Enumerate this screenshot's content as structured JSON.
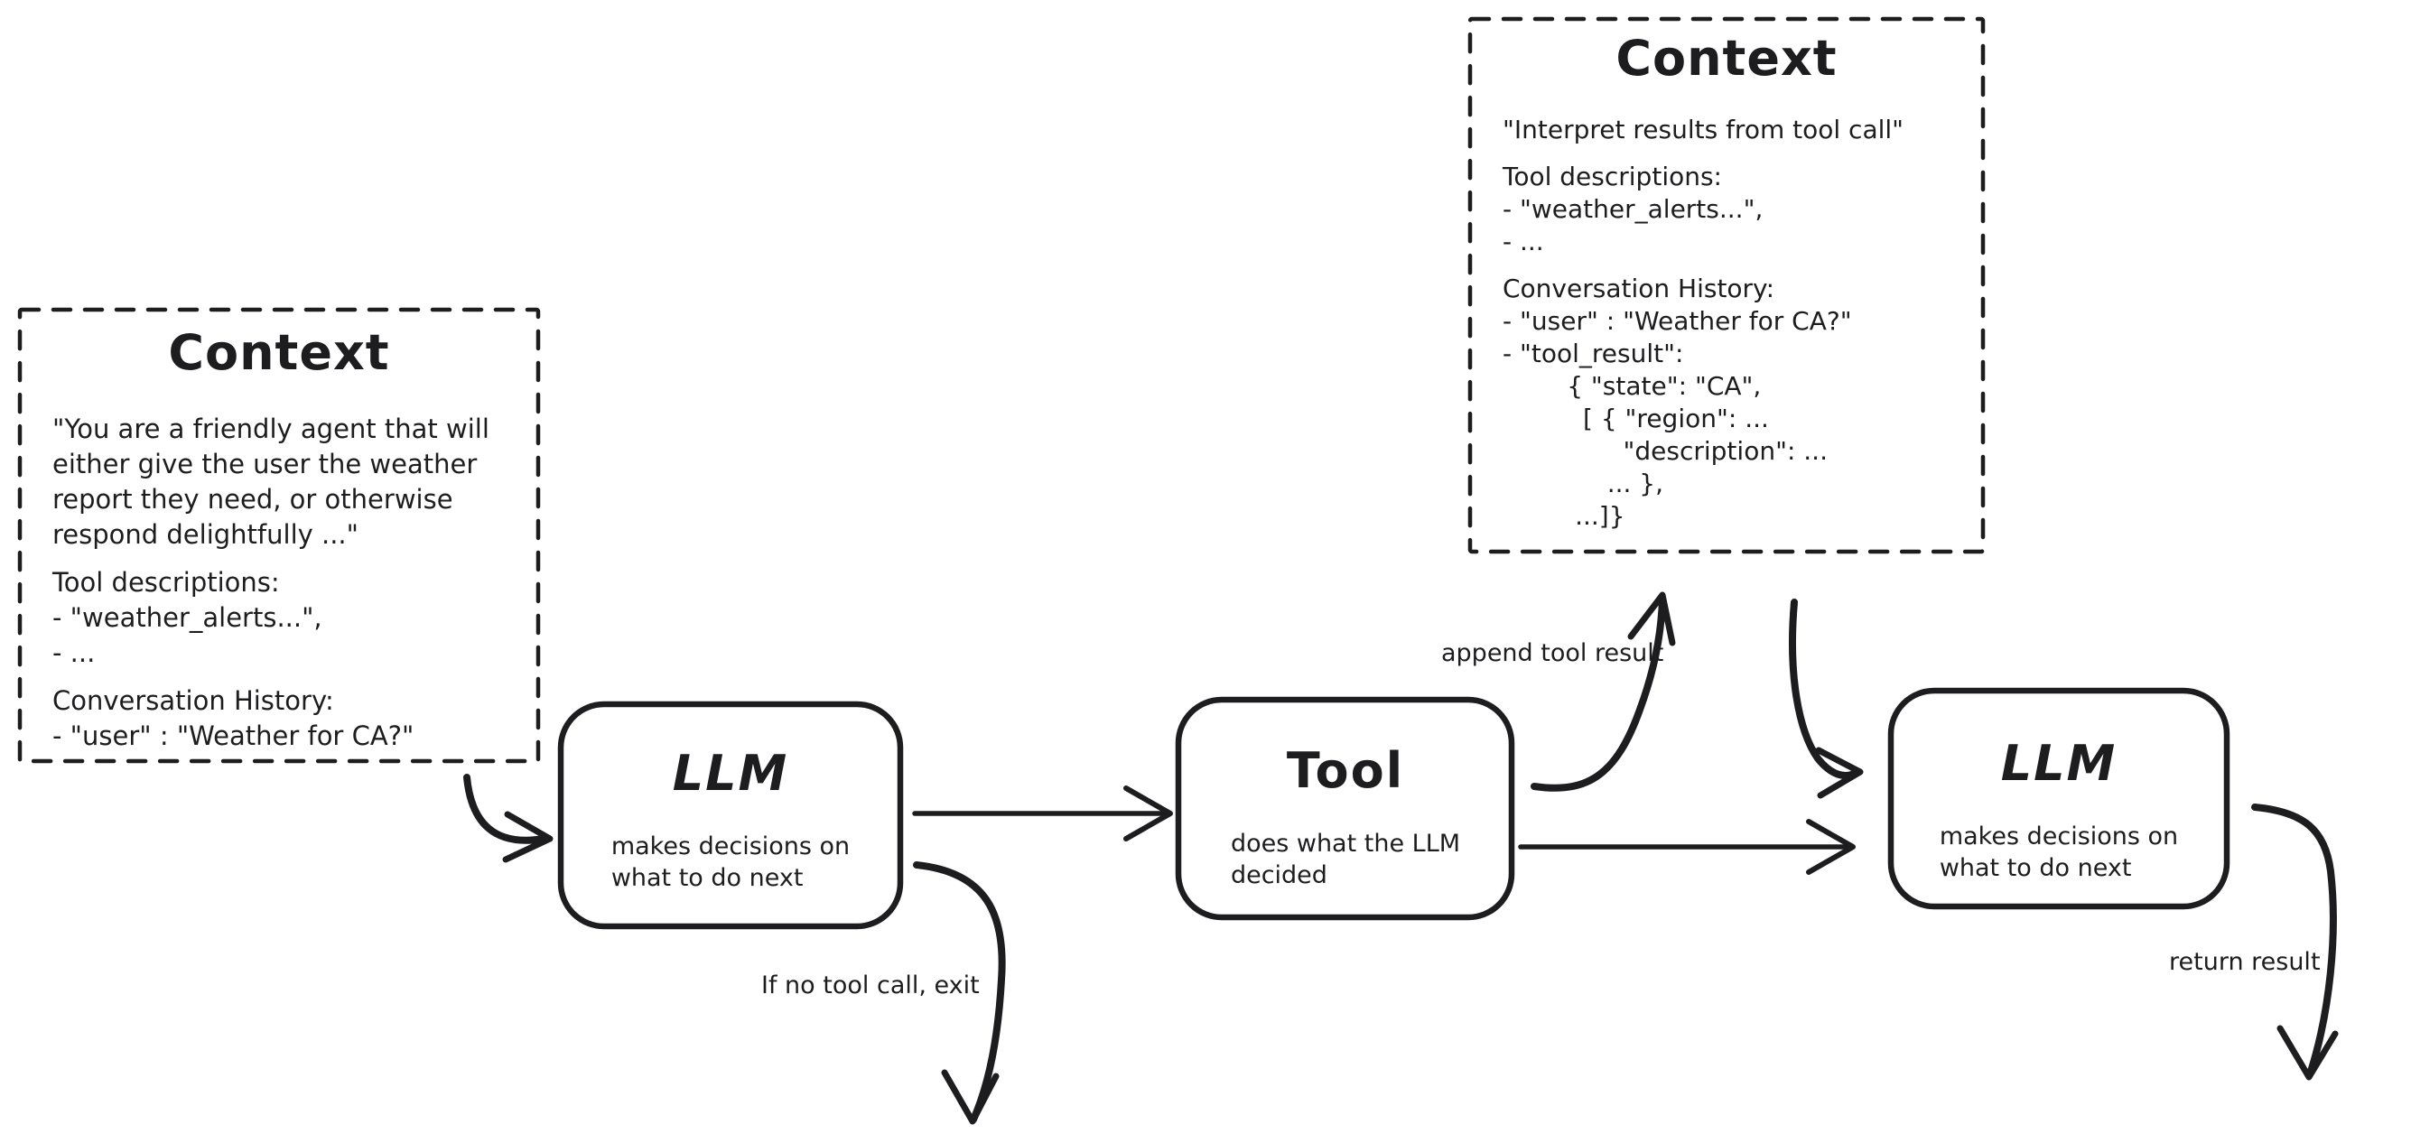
{
  "app": {
    "background": "#ffffff",
    "ink": "#1d1d1f"
  },
  "context_left": {
    "title": "Context",
    "system_prompt": [
      "\"You are a friendly agent that will",
      "either give the user the weather",
      "report they need, or otherwise",
      "respond delightfully ...\""
    ],
    "tool_descriptions": [
      "Tool descriptions:",
      "- \"weather_alerts...\",",
      "- ..."
    ],
    "conversation_history": [
      "Conversation History:",
      "- \"user\" : \"Weather for CA?\""
    ]
  },
  "context_top": {
    "title": "Context",
    "instruction": [
      "\"Interpret results from tool call\""
    ],
    "tool_descriptions": [
      "Tool descriptions:",
      "- \"weather_alerts...\",",
      "- ..."
    ],
    "conversation_history": [
      "Conversation History:",
      "- \"user\" : \"Weather for CA?\"",
      "- \"tool_result\":",
      "        { \"state\": \"CA\",",
      "          [ { \"region\": ...",
      "               \"description\": ...",
      "             ... },",
      "         ...]}"
    ]
  },
  "nodes": {
    "llm_first": {
      "title": "LLM",
      "subtitle": [
        "makes decisions on",
        "what to do next"
      ]
    },
    "tool": {
      "title": "Tool",
      "subtitle": [
        "does what the LLM",
        "decided"
      ]
    },
    "llm_second": {
      "title": "LLM",
      "subtitle": [
        "makes decisions on",
        "what to do next"
      ]
    }
  },
  "edge_labels": {
    "append_tool_result": "append tool result",
    "no_tool_call_exit": "If no tool call, exit",
    "return_result": "return result"
  }
}
